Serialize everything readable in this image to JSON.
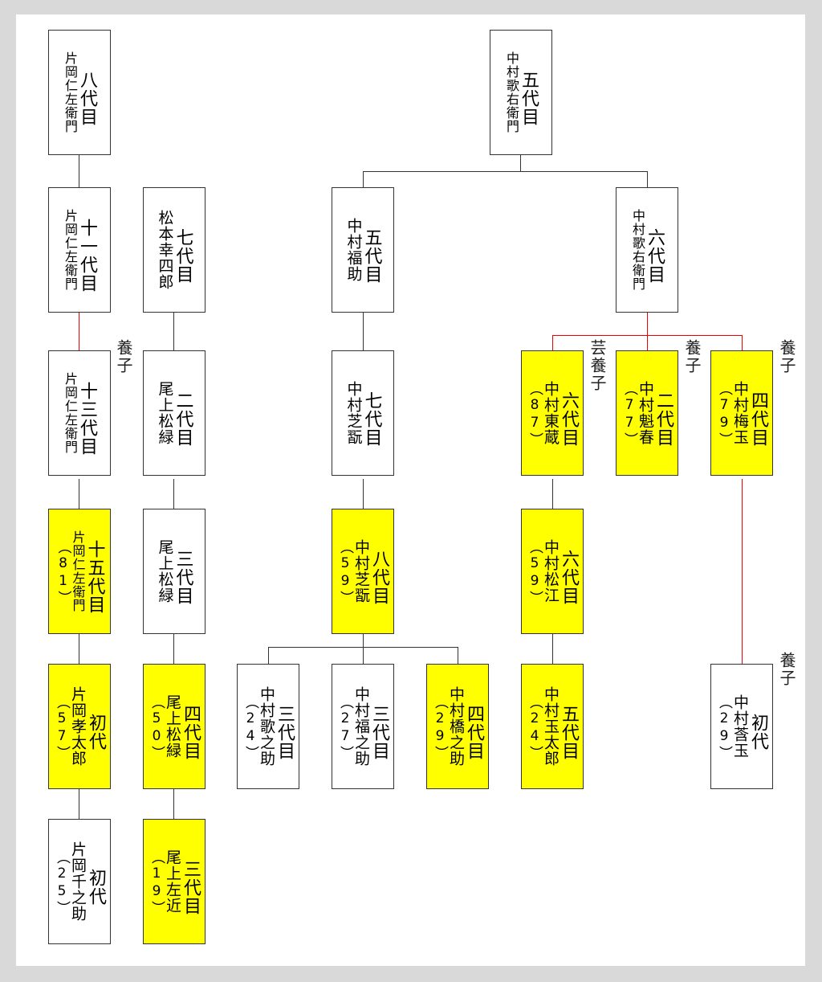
{
  "colors": {
    "highlight": "#ffff00",
    "adoption_line": "#ee0000",
    "line": "#333333",
    "background": "#d9d9d9",
    "page": "#ffffff"
  },
  "nodes": {
    "kataoka_nizaemon_8": {
      "gen": "八代目",
      "name": "片岡仁左衛門",
      "age": ""
    },
    "kataoka_nizaemon_11": {
      "gen": "十一代目",
      "name": "片岡仁左衛門",
      "age": ""
    },
    "kataoka_nizaemon_13": {
      "gen": "十三代目",
      "name": "片岡仁左衛門",
      "age": ""
    },
    "kataoka_nizaemon_15": {
      "gen": "十五代目",
      "name": "片岡仁左衛門",
      "age": "（81）"
    },
    "kataoka_takataro_1": {
      "gen": "初代",
      "name": "片岡孝太郎",
      "age": "（57）"
    },
    "kataoka_sennosuke_1": {
      "gen": "初代",
      "name": "片岡千之助",
      "age": "（25）"
    },
    "matsumoto_koshiro_7": {
      "gen": "七代目",
      "name": "松本幸四郎",
      "age": ""
    },
    "onoe_shoroku_2": {
      "gen": "二代目",
      "name": "尾上松緑",
      "age": ""
    },
    "onoe_shoroku_3": {
      "gen": "三代目",
      "name": "尾上松緑",
      "age": ""
    },
    "onoe_shoroku_4": {
      "gen": "四代目",
      "name": "尾上松緑",
      "age": "（50）"
    },
    "onoe_sakon_3": {
      "gen": "三代目",
      "name": "尾上左近",
      "age": "（19）"
    },
    "nakamura_utaemon_5": {
      "gen": "五代目",
      "name": "中村歌右衛門",
      "age": ""
    },
    "nakamura_fukusuke_5": {
      "gen": "五代目",
      "name": "中村福助",
      "age": ""
    },
    "nakamura_utaemon_6": {
      "gen": "六代目",
      "name": "中村歌右衛門",
      "age": ""
    },
    "nakamura_shikan_7": {
      "gen": "七代目",
      "name": "中村芝翫",
      "age": ""
    },
    "nakamura_shikan_8": {
      "gen": "八代目",
      "name": "中村芝翫",
      "age": "（59）"
    },
    "nakamura_utanosuke_3": {
      "gen": "三代目",
      "name": "中村歌之助",
      "age": "（24）"
    },
    "nakamura_fukunosuke_3": {
      "gen": "三代目",
      "name": "中村福之助",
      "age": "（27）"
    },
    "nakamura_hashinosuke_4": {
      "gen": "四代目",
      "name": "中村橋之助",
      "age": "（29）"
    },
    "nakamura_tozo_6": {
      "gen": "六代目",
      "name": "中村東蔵",
      "age": "（87）"
    },
    "nakamura_shogo_6": {
      "gen": "六代目",
      "name": "中村松江",
      "age": "（59）"
    },
    "nakamura_tamataro_5": {
      "gen": "五代目",
      "name": "中村玉太郎",
      "age": "（24）"
    },
    "nakamura_kaishun_2": {
      "gen": "二代目",
      "name": "中村魁春",
      "age": "（77）"
    },
    "nakamura_baigyoku_4": {
      "gen": "四代目",
      "name": "中村梅玉",
      "age": "（79）"
    },
    "nakamura_kotaro_1": {
      "gen": "初代",
      "name": "中村莟玉",
      "age": "（29）"
    }
  },
  "notes": {
    "adopted_kataoka_13": "養子",
    "art_adopted_tozo": "芸養子",
    "adopted_kaishun": "養子",
    "adopted_baigyoku": "養子",
    "adopted_kotaro": "養子"
  }
}
